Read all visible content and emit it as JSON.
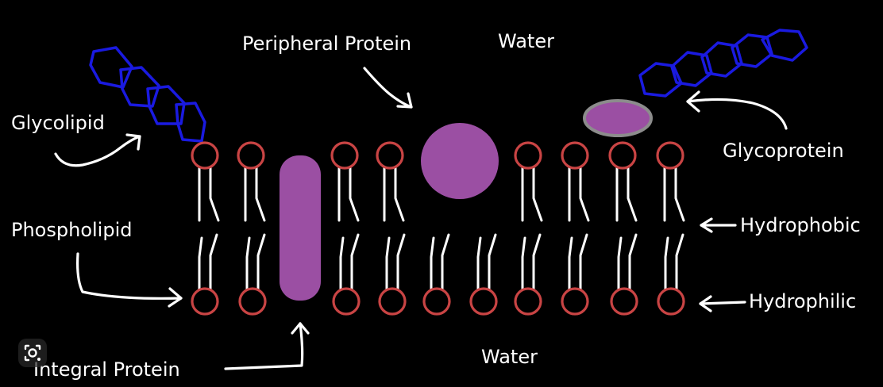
{
  "labels": {
    "peripheral_protein": "Peripheral Protein",
    "water_top": "Water",
    "glycolipid": "Glycolipid",
    "glycoprotein": "Glycoprotein",
    "phospholipid": "Phospholipid",
    "hydrophobic": "Hydrophobic",
    "hydrophilic": "Hydrophilic",
    "integral_protein": "Integral Protein",
    "water_bottom": "Water"
  },
  "colors": {
    "background": "#000000",
    "phospholipid_head": "#c94444",
    "tail": "#ffffff",
    "carbohydrate_chain": "#1a1ae0",
    "protein": "#9b4fa3",
    "glycoprotein_outline": "#8c8c8c",
    "label_text": "#ffffff"
  },
  "icons": {
    "overlay": "lens-search-icon"
  }
}
